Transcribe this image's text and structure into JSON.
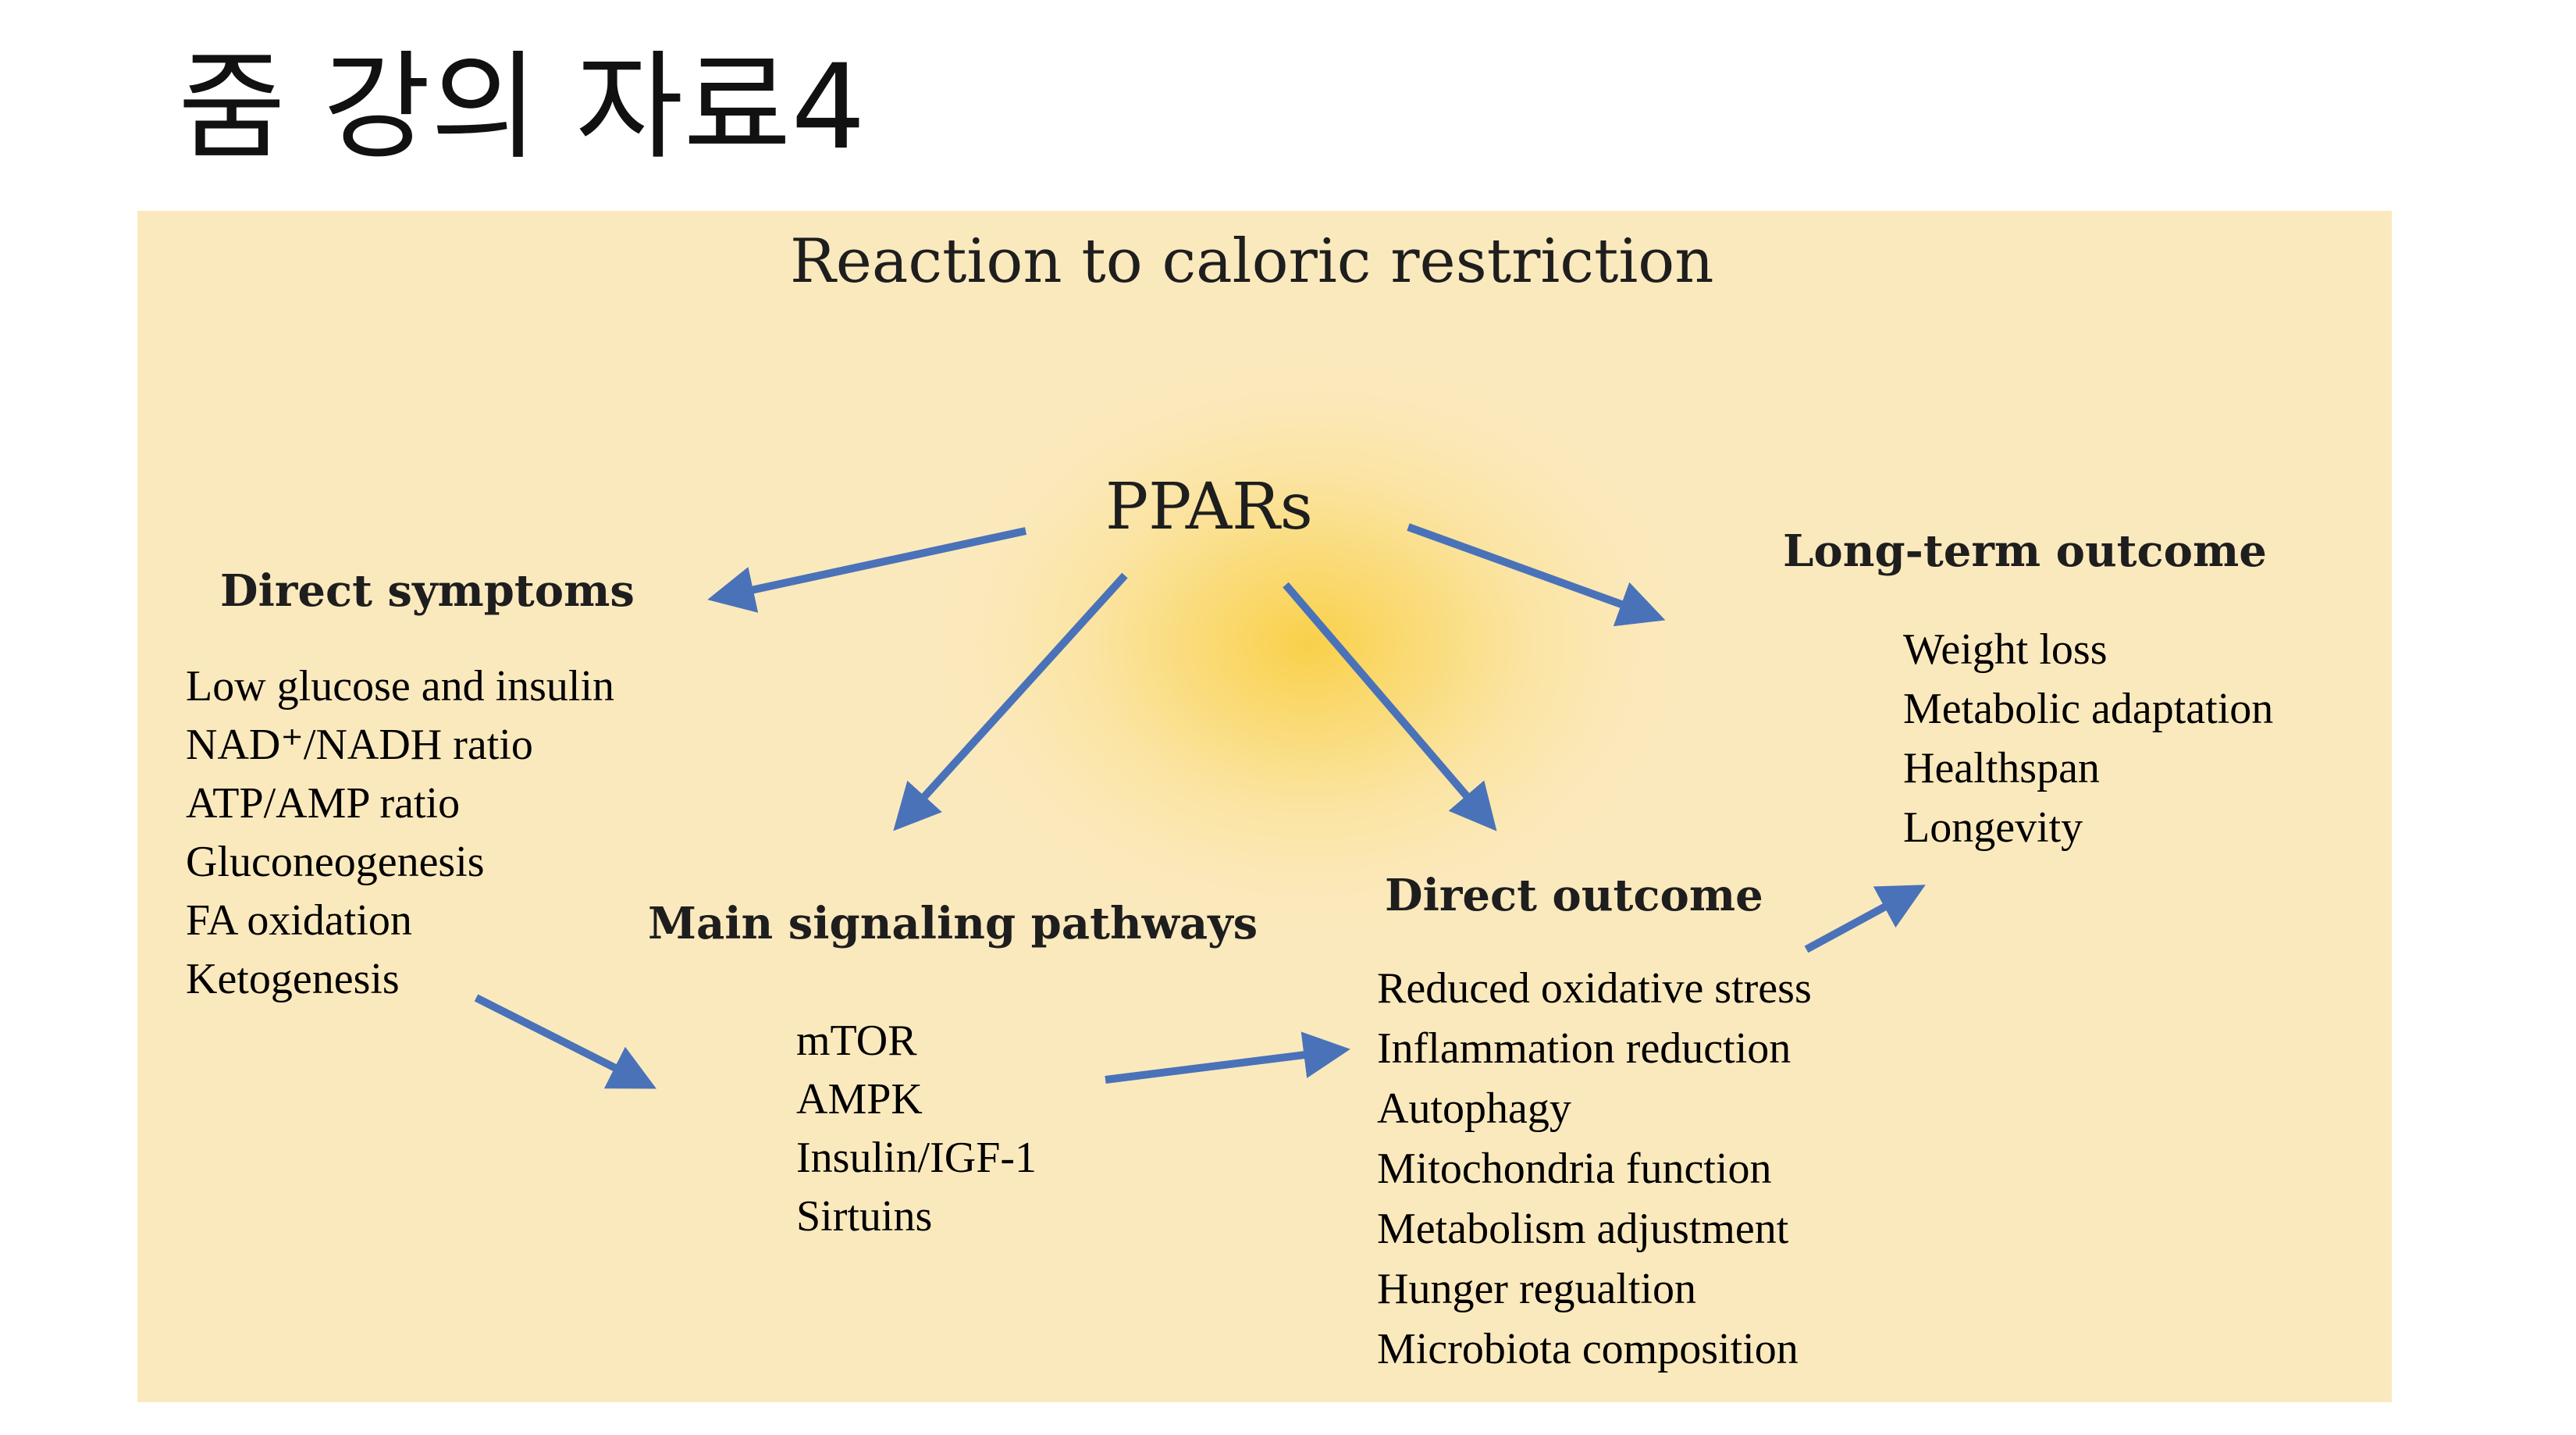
{
  "slide": {
    "title": "줌 강의 자료4"
  },
  "figure": {
    "title": "Reaction to caloric restriction",
    "hub": "PPARs",
    "direct_symptoms": {
      "heading": "Direct symptoms",
      "items": [
        "Low glucose and insulin",
        "NAD⁺/NADH ratio",
        "ATP/AMP ratio",
        "Gluconeogenesis",
        "FA oxidation",
        "Ketogenesis"
      ]
    },
    "main_signaling": {
      "heading": "Main signaling pathways",
      "items": [
        "mTOR",
        "AMPK",
        "Insulin/IGF-1",
        "Sirtuins"
      ]
    },
    "direct_outcome": {
      "heading": "Direct outcome",
      "items": [
        "Reduced oxidative stress",
        "Inflammation reduction",
        "Autophagy",
        "Mitochondria function",
        "Metabolism adjustment",
        "Hunger regualtion",
        "Microbiota composition"
      ]
    },
    "long_term": {
      "heading": "Long-term outcome",
      "items": [
        "Weight loss",
        "Metabolic adaptation",
        "Healthspan",
        "Longevity"
      ]
    },
    "colors": {
      "background": "#fbe9be",
      "glow": "#f9ce40",
      "arrow": "#4a72b8",
      "text": "#1e1e1e"
    }
  }
}
